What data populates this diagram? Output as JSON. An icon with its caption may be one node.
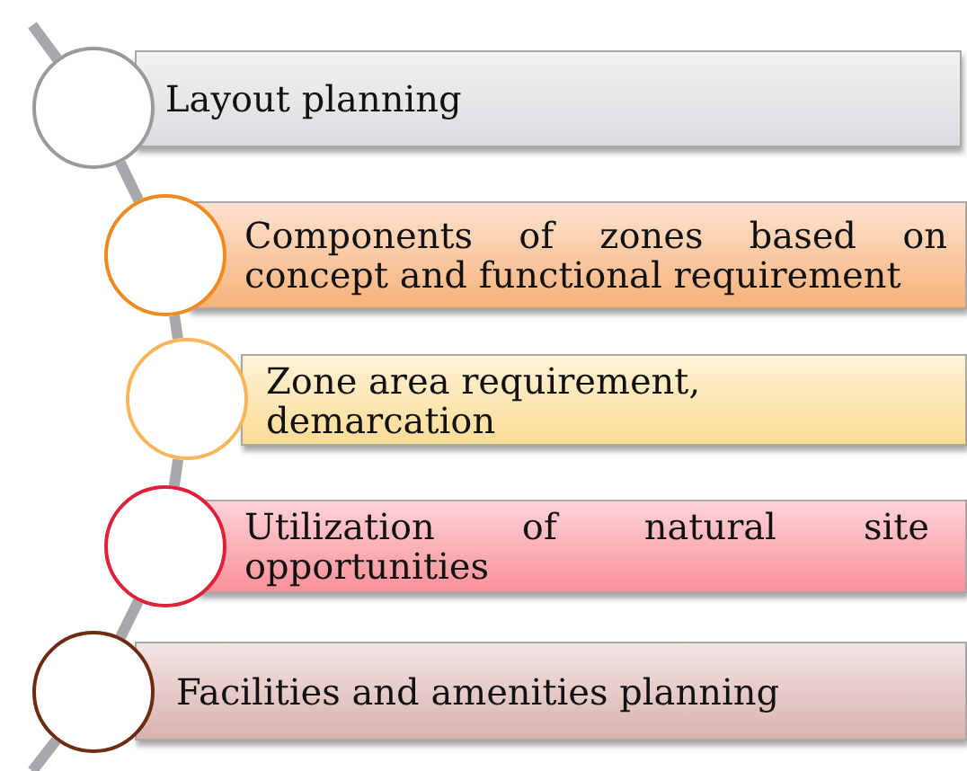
{
  "diagram": {
    "nodes": [
      {
        "text": [
          "Layout planning"
        ]
      },
      {
        "text": [
          "Components of zones based on concept and functional requirement"
        ]
      },
      {
        "text": [
          "Zone area requirement, demarcation"
        ]
      },
      {
        "text": [
          "Utilization of natural site opportunities"
        ]
      },
      {
        "text": [
          "Facilities and amenities planning"
        ]
      }
    ],
    "edges": [
      {
        "from": null,
        "to": 0,
        "arrow": "none"
      },
      {
        "from": 0,
        "to": 1,
        "arrow": "none"
      },
      {
        "from": 1,
        "to": 2,
        "arrow": "none"
      },
      {
        "from": 2,
        "to": 3,
        "arrow": "none"
      },
      {
        "from": 3,
        "to": 4,
        "arrow": "none"
      },
      {
        "from": 4,
        "to": null,
        "arrow": "none"
      }
    ]
  }
}
